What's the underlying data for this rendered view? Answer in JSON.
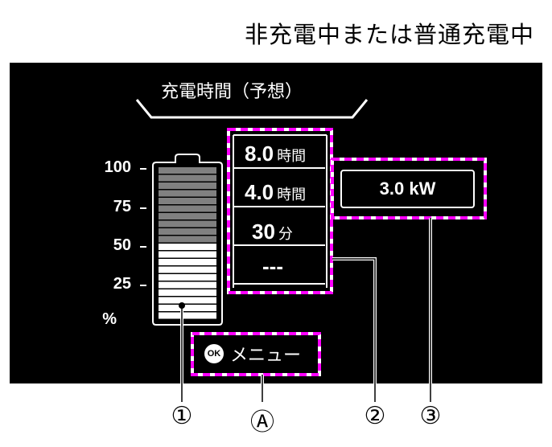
{
  "title": "非充電中または普通充電中",
  "display": {
    "subtitle": "充電時間（予想）",
    "scale": {
      "labels": [
        "100",
        "75",
        "50",
        "25"
      ],
      "unit": "%"
    },
    "battery": {
      "charge_percent": 50,
      "segments_total": 20,
      "segments_charged": 10
    },
    "times": [
      {
        "value": "8.0",
        "unit": "時間"
      },
      {
        "value": "4.0",
        "unit": "時間"
      },
      {
        "value": "30",
        "unit": "分"
      },
      {
        "value": "---",
        "unit": ""
      }
    ],
    "power": "3.0 kW",
    "menu": {
      "ok_icon": "OK",
      "label": "メニュー"
    }
  },
  "callouts": {
    "battery": "①",
    "menu": "Ⓐ",
    "times": "②",
    "power": "③"
  },
  "colors": {
    "highlight": "#ff00ff",
    "panel": "#000000",
    "charged": "#808080"
  }
}
